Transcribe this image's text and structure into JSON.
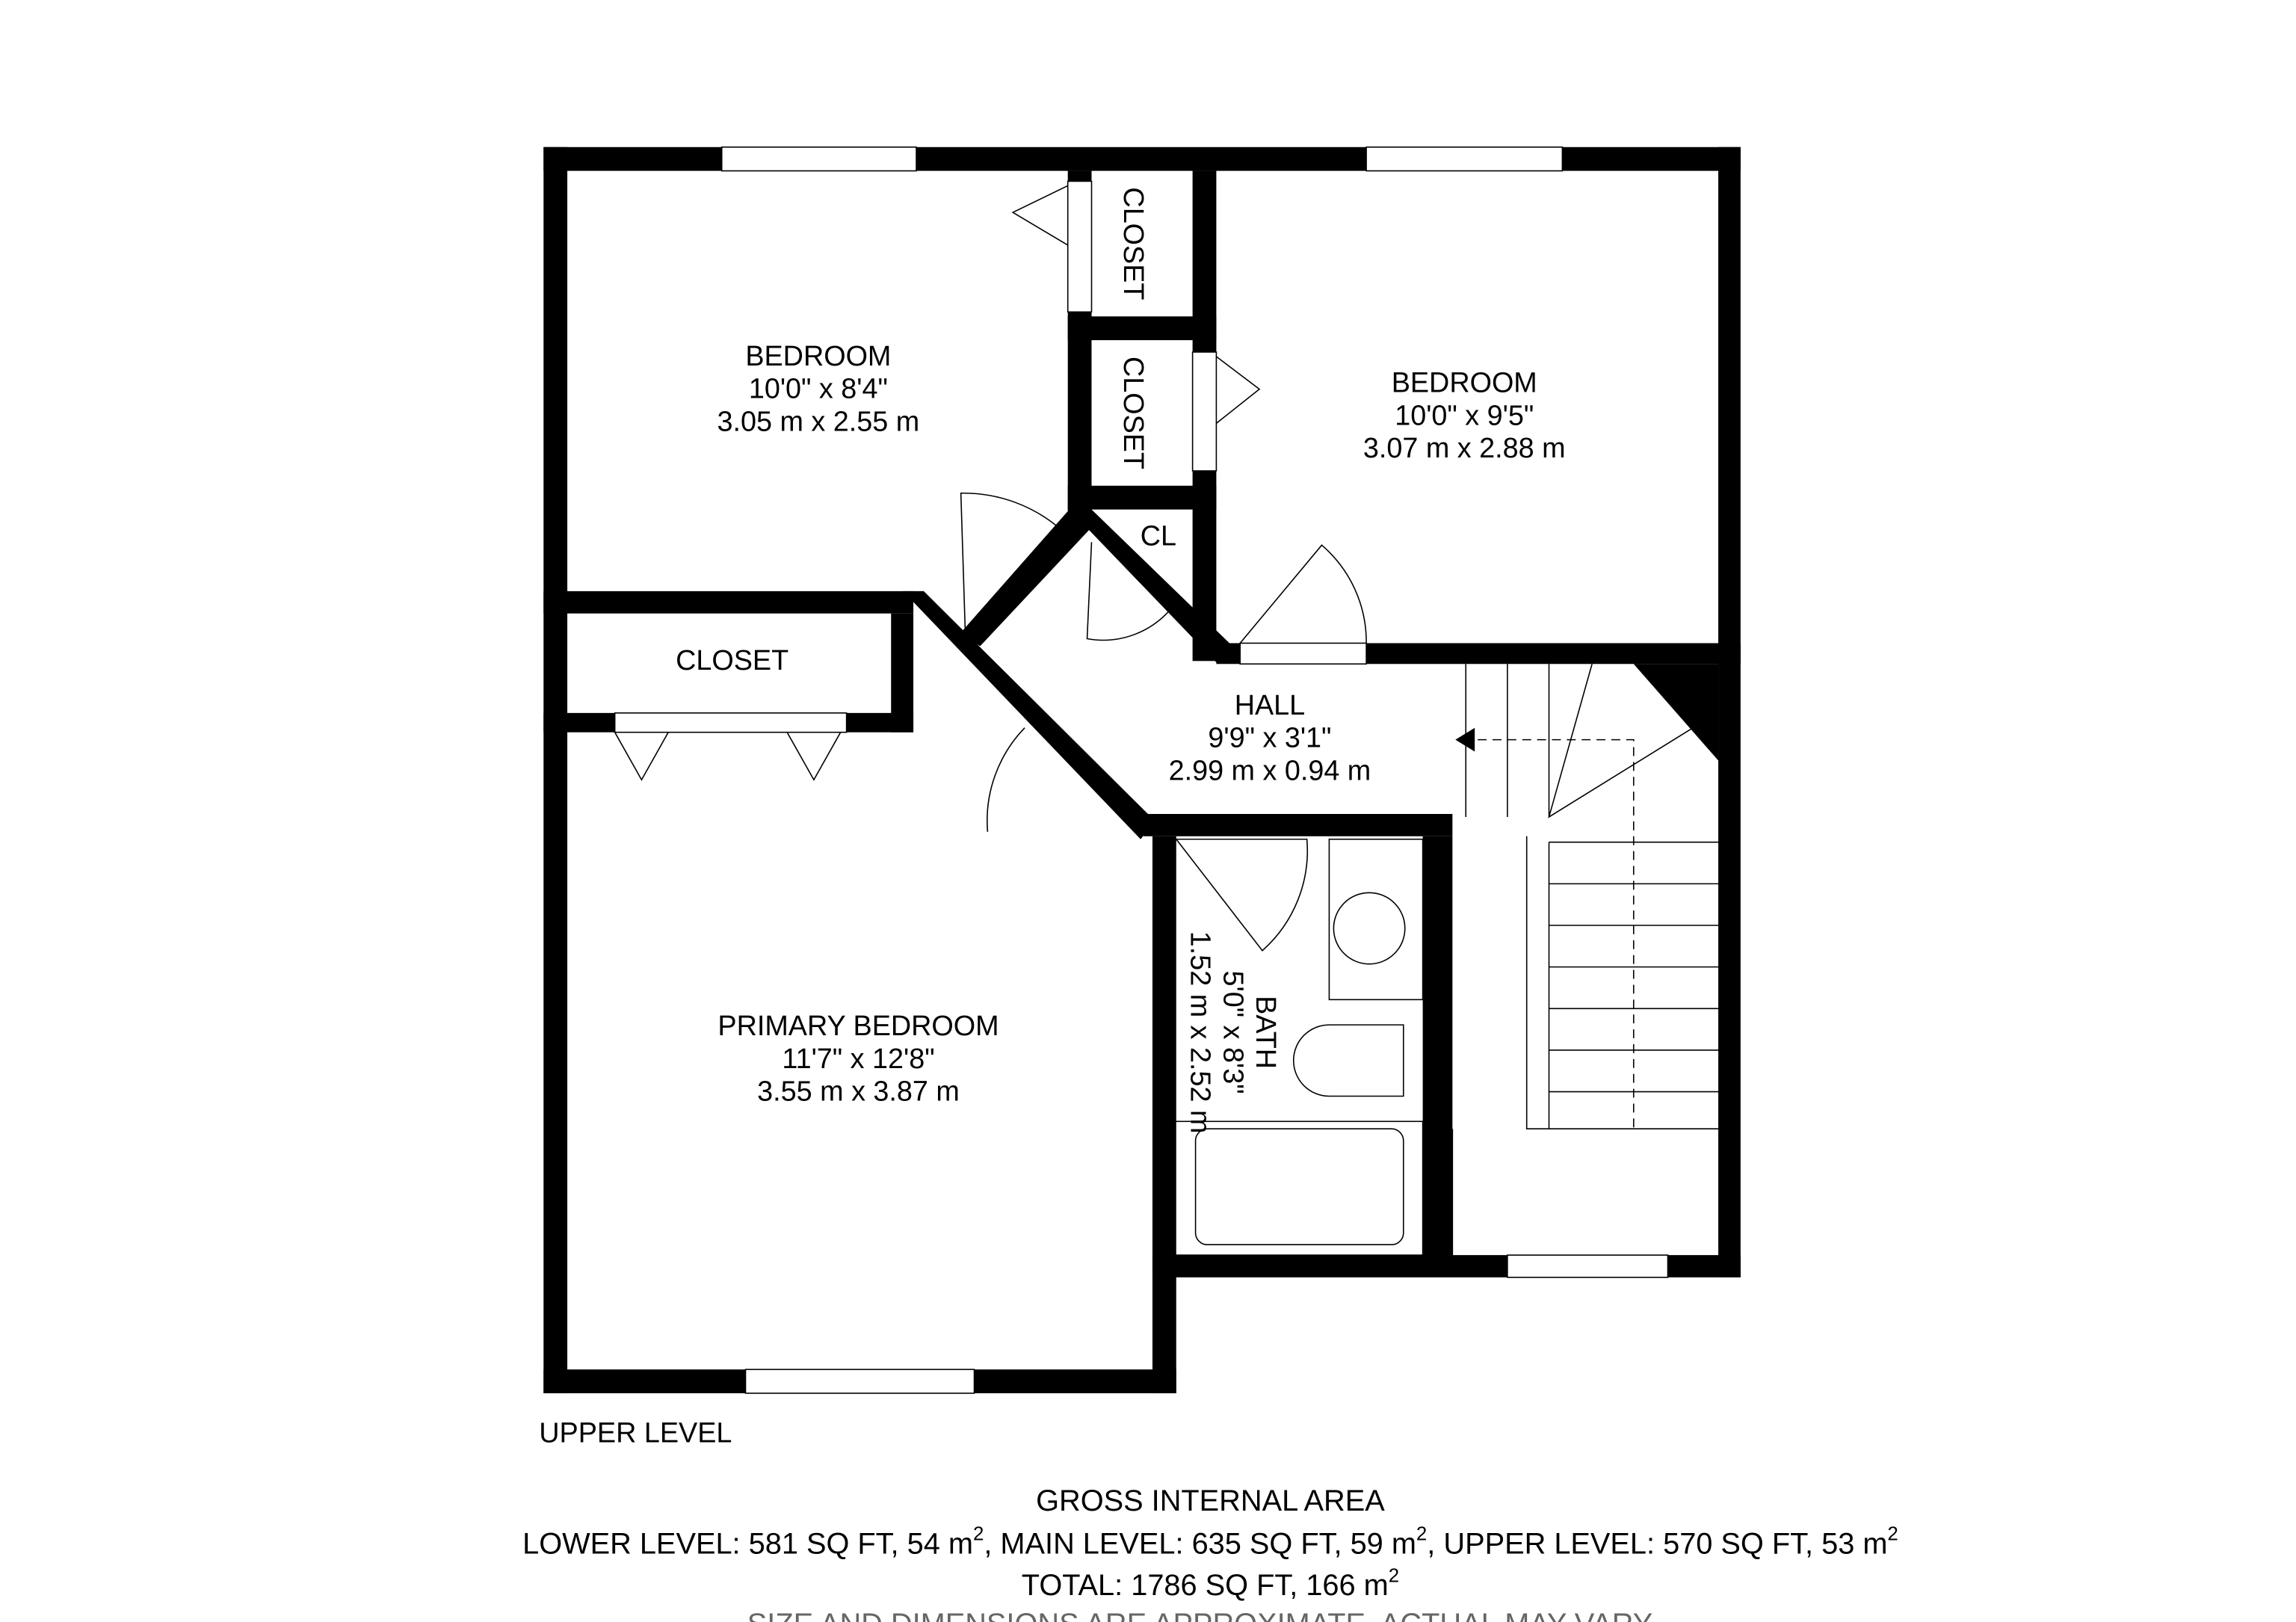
{
  "floor_label": "UPPER LEVEL",
  "rooms": [
    {
      "name": "BEDROOM",
      "imperial": "10'0\" x 8'4\"",
      "metric": "3.05 m x 2.55 m"
    },
    {
      "name": "BEDROOM",
      "imperial": "10'0\" x 9'5\"",
      "metric": "3.07 m x 2.88 m"
    },
    {
      "name": "HALL",
      "imperial": "9'9\" x 3'1\"",
      "metric": "2.99 m x 0.94 m"
    },
    {
      "name": "PRIMARY BEDROOM",
      "imperial": "11'7\" x 12'8\"",
      "metric": "3.55 m x 3.87 m"
    },
    {
      "name": "BATH",
      "imperial": "5'0\" x 8'3\"",
      "metric": "1.52 m x 2.52 m"
    }
  ],
  "closets": [
    "CLOSET",
    "CLOSET",
    "CL",
    "CLOSET"
  ],
  "footer": {
    "title": "GROSS INTERNAL AREA",
    "levels_line": {
      "lower": "LOWER LEVEL: 581 SQ FT, 54 m",
      "main": ", MAIN LEVEL: 635 SQ FT, 59 m",
      "upper": ", UPPER LEVEL: 570 SQ FT, 53 m",
      "sup": "2"
    },
    "total": "TOTAL: 1786 SQ FT, 166 m",
    "disclaimer": "SIZE AND DIMENSIONS ARE APPROXIMATE, ACTUAL MAY VARY"
  }
}
